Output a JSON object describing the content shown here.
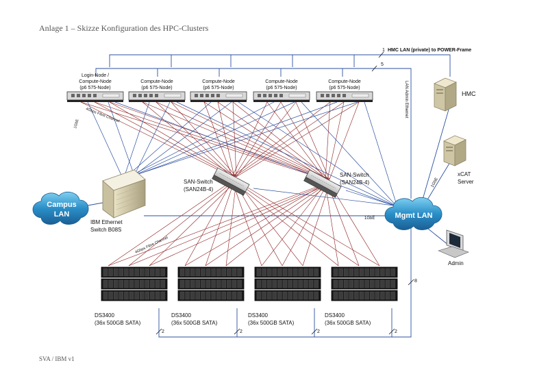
{
  "page": {
    "title": "Anlage 1 – Skizze Konfiguration des HPC-Clusters",
    "footer": "SVA / IBM v1"
  },
  "nodes": [
    {
      "line1": "Login-Node /",
      "line2": "Compute-Node",
      "line3": "(p6 575-Node)"
    },
    {
      "line1": "Compute-Node",
      "line2": "(p6 575-Node)",
      "line3": ""
    },
    {
      "line1": "Compute-Node",
      "line2": "(p6 575-Node)",
      "line3": ""
    },
    {
      "line1": "Compute-Node",
      "line2": "(p6 575-Node)",
      "line3": ""
    },
    {
      "line1": "Compute-Node",
      "line2": "(p6 575-Node)",
      "line3": ""
    }
  ],
  "san_switches": [
    {
      "line1": "SAN-Switch",
      "line2": "(SAN24B-4)"
    },
    {
      "line1": "SAN-Switch",
      "line2": "(SAN24B-4)"
    }
  ],
  "ethernet_switch": {
    "line1": "IBM Ethernet",
    "line2": "Switch B08S"
  },
  "clouds": {
    "campus": {
      "line1": "Campus",
      "line2": "LAN"
    },
    "mgmt": {
      "line1": "Mgmt LAN"
    }
  },
  "hmc": {
    "label": "HMC"
  },
  "xcat": {
    "line1": "xCAT",
    "line2": "Server"
  },
  "admin": {
    "label": "Admin"
  },
  "storage": [
    {
      "line1": "DS3400",
      "line2": "(36x 500GB SATA)"
    },
    {
      "line1": "DS3400",
      "line2": "(36x 500GB SATA)"
    },
    {
      "line1": "DS3400",
      "line2": "(36x 500GB SATA)"
    },
    {
      "line1": "DS3400",
      "line2": "(36x 500GB SATA)"
    }
  ],
  "links": {
    "hmc_lan": "HMC LAN (private) to POWER-Frame",
    "hmc_count": "1",
    "admin_count": "5",
    "lan_admin": "LAN Admin Ethernet",
    "fc_top": "4Gbps Fibre Channel",
    "gbe_left": "1GbE",
    "fc_bottom": "4Gbps Fibre Channel",
    "gbe_mgmt": "1GbE",
    "gbe_xcat": "1GbE",
    "storage_count": "8",
    "ds_count_1": "2",
    "ds_count_2": "2",
    "ds_count_3": "2",
    "ds_count_4": "2"
  },
  "colors": {
    "blue_line": "#2b4fa0",
    "red_line": "#8b1a1a",
    "cloud_fill": "#2b8fc8",
    "cloud_text": "#ffffff"
  }
}
